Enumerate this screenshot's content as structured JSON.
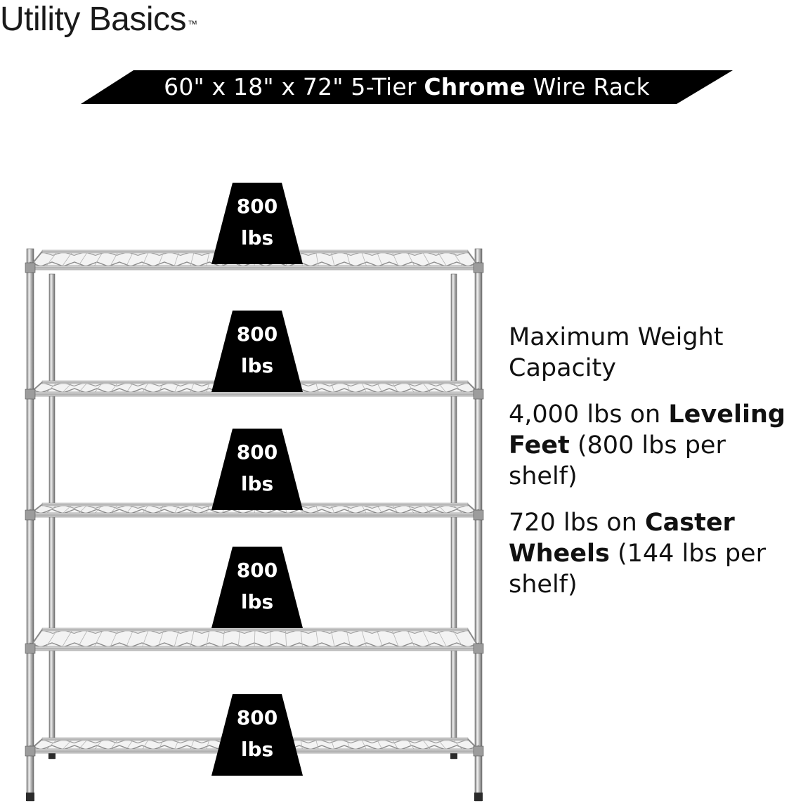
{
  "brand": {
    "name": "Utility Basics",
    "trademark": "™"
  },
  "banner": {
    "prefix": "60\" x 18\" x 72\" 5-Tier ",
    "bold": "Chrome",
    "suffix": " Wire Rack",
    "background_color": "#000000",
    "text_color": "#ffffff"
  },
  "shelves": [
    {
      "capacity": "800",
      "unit": "lbs"
    },
    {
      "capacity": "800",
      "unit": "lbs"
    },
    {
      "capacity": "800",
      "unit": "lbs"
    },
    {
      "capacity": "800",
      "unit": "lbs"
    },
    {
      "capacity": "800",
      "unit": "lbs"
    }
  ],
  "specs": {
    "heading": "Maximum Weight Capacity",
    "leveling": {
      "prefix": "4,000 lbs on ",
      "bold": "Leveling Feet",
      "suffix": " (800 lbs per shelf)"
    },
    "casters": {
      "prefix": "720 lbs on ",
      "bold": "Caster Wheels",
      "suffix": " (144 lbs per shelf)"
    }
  },
  "colors": {
    "chrome_light": "#e6e6e6",
    "chrome_mid": "#a9a9a9",
    "chrome_dark": "#6b6b6b",
    "badge": "#000000"
  }
}
